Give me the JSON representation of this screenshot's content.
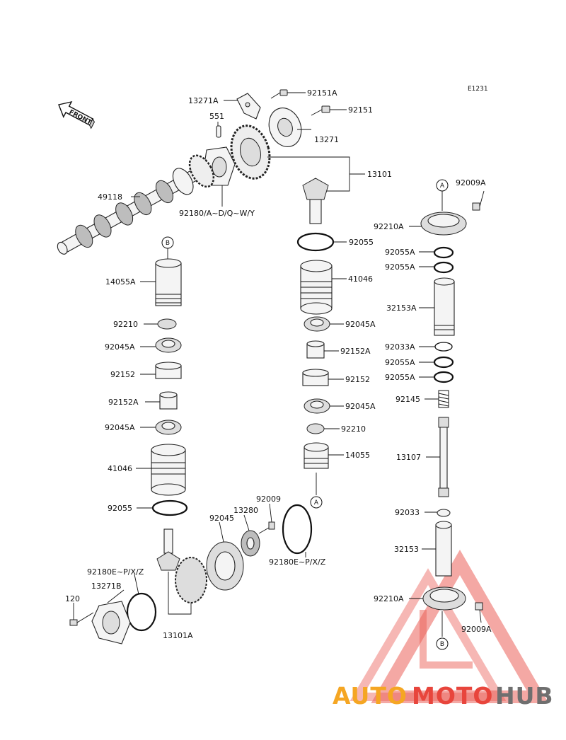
{
  "diagram_code": "E1231",
  "front_marker": "FRONT",
  "labels": {
    "l_13271A": "13271A",
    "l_92151A": "92151A",
    "l_92151": "92151",
    "l_551": "551",
    "l_13271": "13271",
    "l_13101": "13101",
    "l_49118": "49118",
    "l_92180AD": "92180/A~D/Q~W/Y",
    "l_92009A_top": "92009A",
    "l_92210A_top": "92210A",
    "l_92055A_1": "92055A",
    "l_92055A_2": "92055A",
    "l_32153A": "32153A",
    "l_92033A": "92033A",
    "l_92055A_3": "92055A",
    "l_92055A_4": "92055A",
    "l_92145": "92145",
    "l_13107": "13107",
    "l_92033": "92033",
    "l_32153": "32153",
    "l_92210A_bot": "92210A",
    "l_92009A_bot": "92009A",
    "l_92055_mid": "92055",
    "l_41046_mid": "41046",
    "l_92045A_mid1": "92045A",
    "l_92152A_mid": "92152A",
    "l_92152_mid": "92152",
    "l_92045A_mid2": "92045A",
    "l_92210_mid": "92210",
    "l_14055_mid": "14055",
    "l_14055A": "14055A",
    "l_92210_left": "92210",
    "l_92045A_left1": "92045A",
    "l_92152_left": "92152",
    "l_92152A_left": "92152A",
    "l_92045A_left2": "92045A",
    "l_41046_left": "41046",
    "l_92055_left": "92055",
    "l_92009": "92009",
    "l_13280": "13280",
    "l_92045": "92045",
    "l_92180EPXZ_r": "92180E~P/X/Z",
    "l_92180EPXZ_l": "92180E~P/X/Z",
    "l_13271B": "13271B",
    "l_120": "120",
    "l_13101A": "13101A"
  },
  "circle_refs": {
    "a_top": "A",
    "a_mid": "A",
    "b_left": "B",
    "b_bottom": "B"
  },
  "watermark": {
    "part1": "AUTO",
    "part2": "MOTO",
    "part3": "HUB",
    "color_orange": "#f5a623",
    "color_red": "#e8453c",
    "color_gray": "#6f6f6f"
  }
}
